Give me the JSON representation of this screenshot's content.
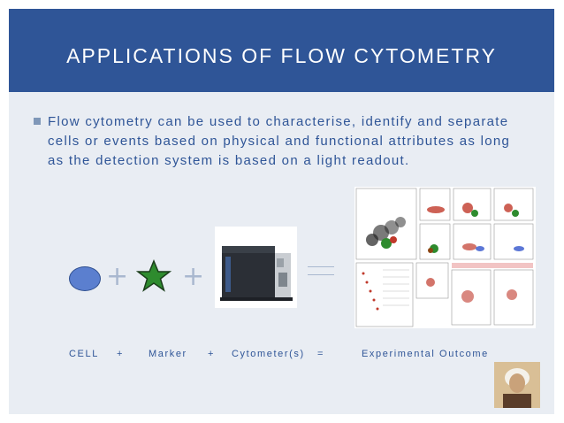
{
  "title": "APPLICATIONS OF FLOW CYTOMETRY",
  "bullet": "Flow cytometry can be used to characterise, identify and separate cells or events based on physical and functional attributes as  long as the detection system is based on a light readout.",
  "equation": {
    "cell": "CELL",
    "plus1": "+",
    "marker": "Marker",
    "plus2": "+",
    "cytometer": "Cytometer(s)",
    "equals": "=",
    "outcome": "Experimental Outcome"
  },
  "colors": {
    "title_bar": "#2f5597",
    "background": "#e9edf3",
    "text": "#2f5597",
    "cell_fill": "#5b7fcf",
    "star_fill": "#2e8b2e",
    "star_stroke": "#1a3d1a"
  }
}
